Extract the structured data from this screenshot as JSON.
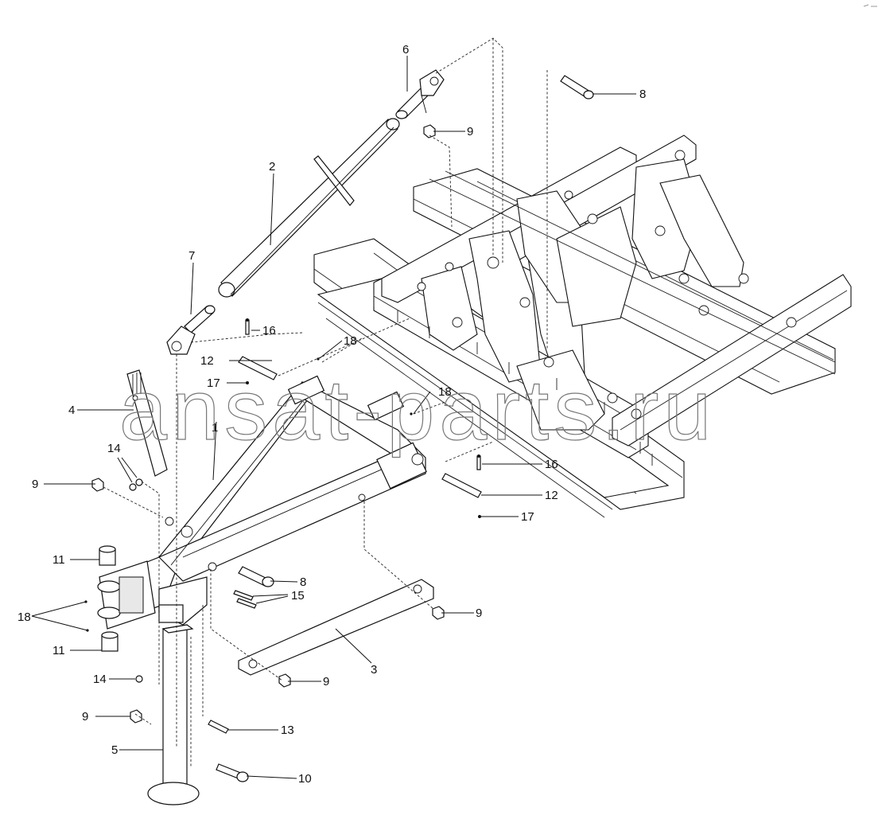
{
  "watermark": "ansat-parts.ru",
  "callouts": [
    {
      "id": "c1",
      "label": "1"
    },
    {
      "id": "c2",
      "label": "2"
    },
    {
      "id": "c3",
      "label": "3"
    },
    {
      "id": "c4",
      "label": "4"
    },
    {
      "id": "c5",
      "label": "5"
    },
    {
      "id": "c6",
      "label": "6"
    },
    {
      "id": "c7",
      "label": "7"
    },
    {
      "id": "c8a",
      "label": "8"
    },
    {
      "id": "c8b",
      "label": "8"
    },
    {
      "id": "c9a",
      "label": "9"
    },
    {
      "id": "c9b",
      "label": "9"
    },
    {
      "id": "c9c",
      "label": "9"
    },
    {
      "id": "c9d",
      "label": "9"
    },
    {
      "id": "c9e",
      "label": "9"
    },
    {
      "id": "c10",
      "label": "10"
    },
    {
      "id": "c11a",
      "label": "11"
    },
    {
      "id": "c11b",
      "label": "11"
    },
    {
      "id": "c12a",
      "label": "12"
    },
    {
      "id": "c12b",
      "label": "12"
    },
    {
      "id": "c13",
      "label": "13"
    },
    {
      "id": "c14a",
      "label": "14"
    },
    {
      "id": "c14b",
      "label": "14"
    },
    {
      "id": "c15",
      "label": "15"
    },
    {
      "id": "c16a",
      "label": "16"
    },
    {
      "id": "c16b",
      "label": "16"
    },
    {
      "id": "c17a",
      "label": "17"
    },
    {
      "id": "c17b",
      "label": "17"
    },
    {
      "id": "c18a",
      "label": "18"
    },
    {
      "id": "c18b",
      "label": "18"
    },
    {
      "id": "c18c",
      "label": "18"
    }
  ]
}
